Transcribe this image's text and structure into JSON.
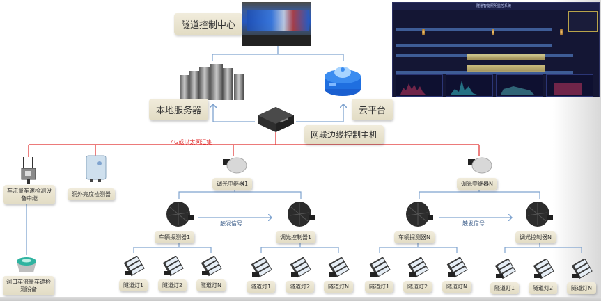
{
  "diagram": {
    "top": {
      "control_center": "隧道控制中心",
      "local_server": "本地服务器",
      "cloud_platform": "云平台",
      "edge_host": "网联边缘控制主机",
      "network_label": "4G或以太网汇集"
    },
    "left_devices": {
      "traffic_relay": "车流量车速检测设备中继",
      "outdoor_light_sensor": "洞外亮度检测器",
      "portal_traffic_detector": "洞口车流量车速检测设备"
    },
    "groups": [
      {
        "repeater": "调光中继器1",
        "detector": "车辆探测器1",
        "controller": "调光控制器1",
        "signal_label": "触发信号",
        "detector_lights": [
          "隧道灯1",
          "隧道灯2",
          "隧道灯N"
        ],
        "controller_lights": [
          "隧道灯1",
          "隧道灯2",
          "隧道灯N"
        ]
      },
      {
        "repeater": "调光中继器N",
        "detector": "车辆探测器N",
        "controller": "调光控制器N",
        "signal_label": "触发信号",
        "detector_lights": [
          "隧道灯1",
          "隧道灯2",
          "隧道灯N"
        ],
        "controller_lights": [
          "隧道灯1",
          "隧道灯2",
          "隧道灯N"
        ]
      }
    ],
    "dashboard": {
      "title": "隧道智能照明监控系统"
    },
    "colors": {
      "link_blue": "#7fa3cf",
      "network_red": "#e02a2a",
      "label_bg": "#e8e2cc",
      "cloud_blue": "#1f6fe0"
    }
  }
}
